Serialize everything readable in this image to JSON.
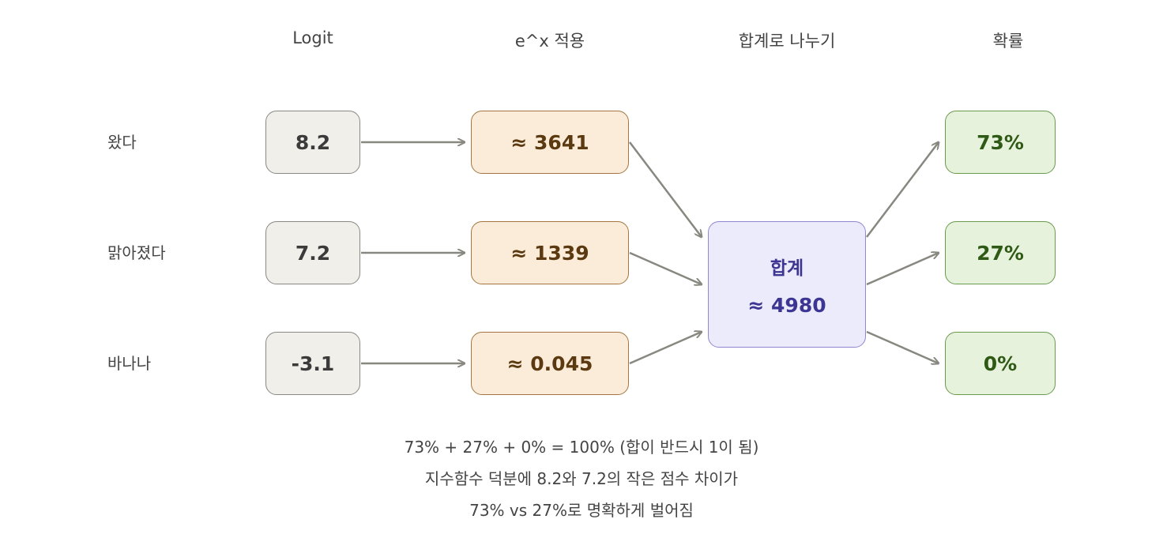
{
  "headers": {
    "logit": "Logit",
    "exp": "e^x 적용",
    "divide": "합계로 나누기",
    "prob": "확률"
  },
  "rows": [
    {
      "label": "왔다",
      "logit": "8.2",
      "exp": "≈ 3641",
      "prob": "73%"
    },
    {
      "label": "맑아졌다",
      "logit": "7.2",
      "exp": "≈ 1339",
      "prob": "27%"
    },
    {
      "label": "바나나",
      "logit": "-3.1",
      "exp": "≈ 0.045",
      "prob": "0%"
    }
  ],
  "sum": {
    "title": "합계",
    "value": "≈ 4980"
  },
  "notes": [
    "73% + 27% + 0% = 100% (합이 반드시 1이 됨)",
    "지수함수 덕분에 8.2와 7.2의 작은 점수 차이가",
    "73% vs 27%로 명확하게 벌어짐"
  ],
  "colors": {
    "arrow": "#888780",
    "logit_fill": "#f1efea",
    "exp_fill": "#fbecd9",
    "sum_fill": "#ecebfb",
    "prob_fill": "#e7f2dd"
  }
}
